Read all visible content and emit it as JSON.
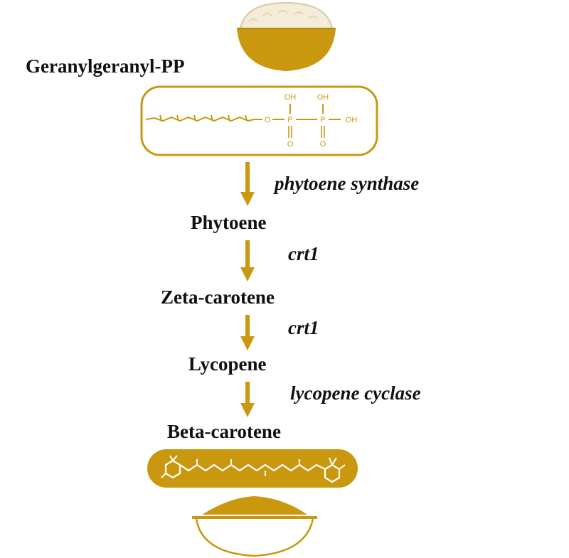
{
  "colors": {
    "gold": "#c9980f",
    "gold_light": "#d9a928",
    "text": "#111111"
  },
  "icons": {
    "top": "rice-bowl-white-rice-icon",
    "bottom": "rice-bowl-golden-rice-icon"
  },
  "pathway": {
    "start": {
      "label": "Geranylgeranyl-PP",
      "structure": {
        "groups": [
          "OH",
          "OH",
          "O",
          "P",
          "P",
          "OH",
          "O",
          "O"
        ]
      }
    },
    "steps": [
      {
        "enzyme": "phytoene synthase",
        "product": "Phytoene"
      },
      {
        "enzyme": "crt1",
        "product": "Zeta-carotene"
      },
      {
        "enzyme": "crt1",
        "product": "Lycopene"
      },
      {
        "enzyme": "lycopene cyclase",
        "product": "Beta-carotene"
      }
    ]
  }
}
